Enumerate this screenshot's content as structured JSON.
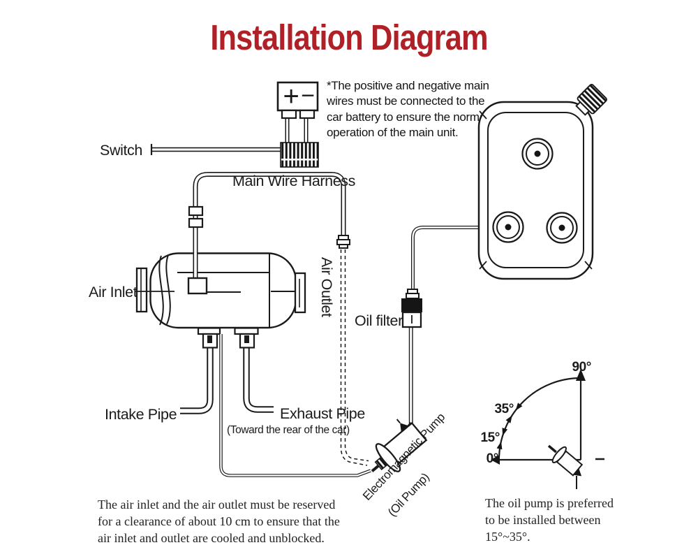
{
  "title": "Installation Diagram",
  "colors": {
    "title_red": "#B02127",
    "line_ink": "#1A1A1A"
  },
  "battery": {
    "plus": "+",
    "minus": "−",
    "note_lines": [
      "*The positive and negative main",
      "wires must be connected to the",
      "car battery to ensure the normal",
      "operation of the main unit."
    ]
  },
  "labels": {
    "switch": "Switch",
    "main_wire_harness": "Main Wire Harness",
    "air_inlet": "Air Inlet",
    "air_outlet": "Air Outlet",
    "oil_filter": "Oil filter",
    "intake_pipe": "Intake Pipe",
    "exhaust_pipe": "Exhaust Pipe",
    "exhaust_pipe_note": "(Toward the rear of the car)",
    "pump_line1": "Electromagnetic Pump",
    "pump_line2": "(Oil Pump)"
  },
  "angle_guide": {
    "deg_0": "0°",
    "deg_15": "15°",
    "deg_35": "35°",
    "deg_90": "90°"
  },
  "notes": {
    "clearance_lines": [
      "The air inlet and the air outlet must be reserved",
      "for a clearance of about 10 cm to ensure that the",
      "air inlet and outlet are cooled and unblocked."
    ],
    "oil_pump_lines": [
      "The oil pump is preferred",
      "to be installed between",
      "15°~35°."
    ]
  }
}
